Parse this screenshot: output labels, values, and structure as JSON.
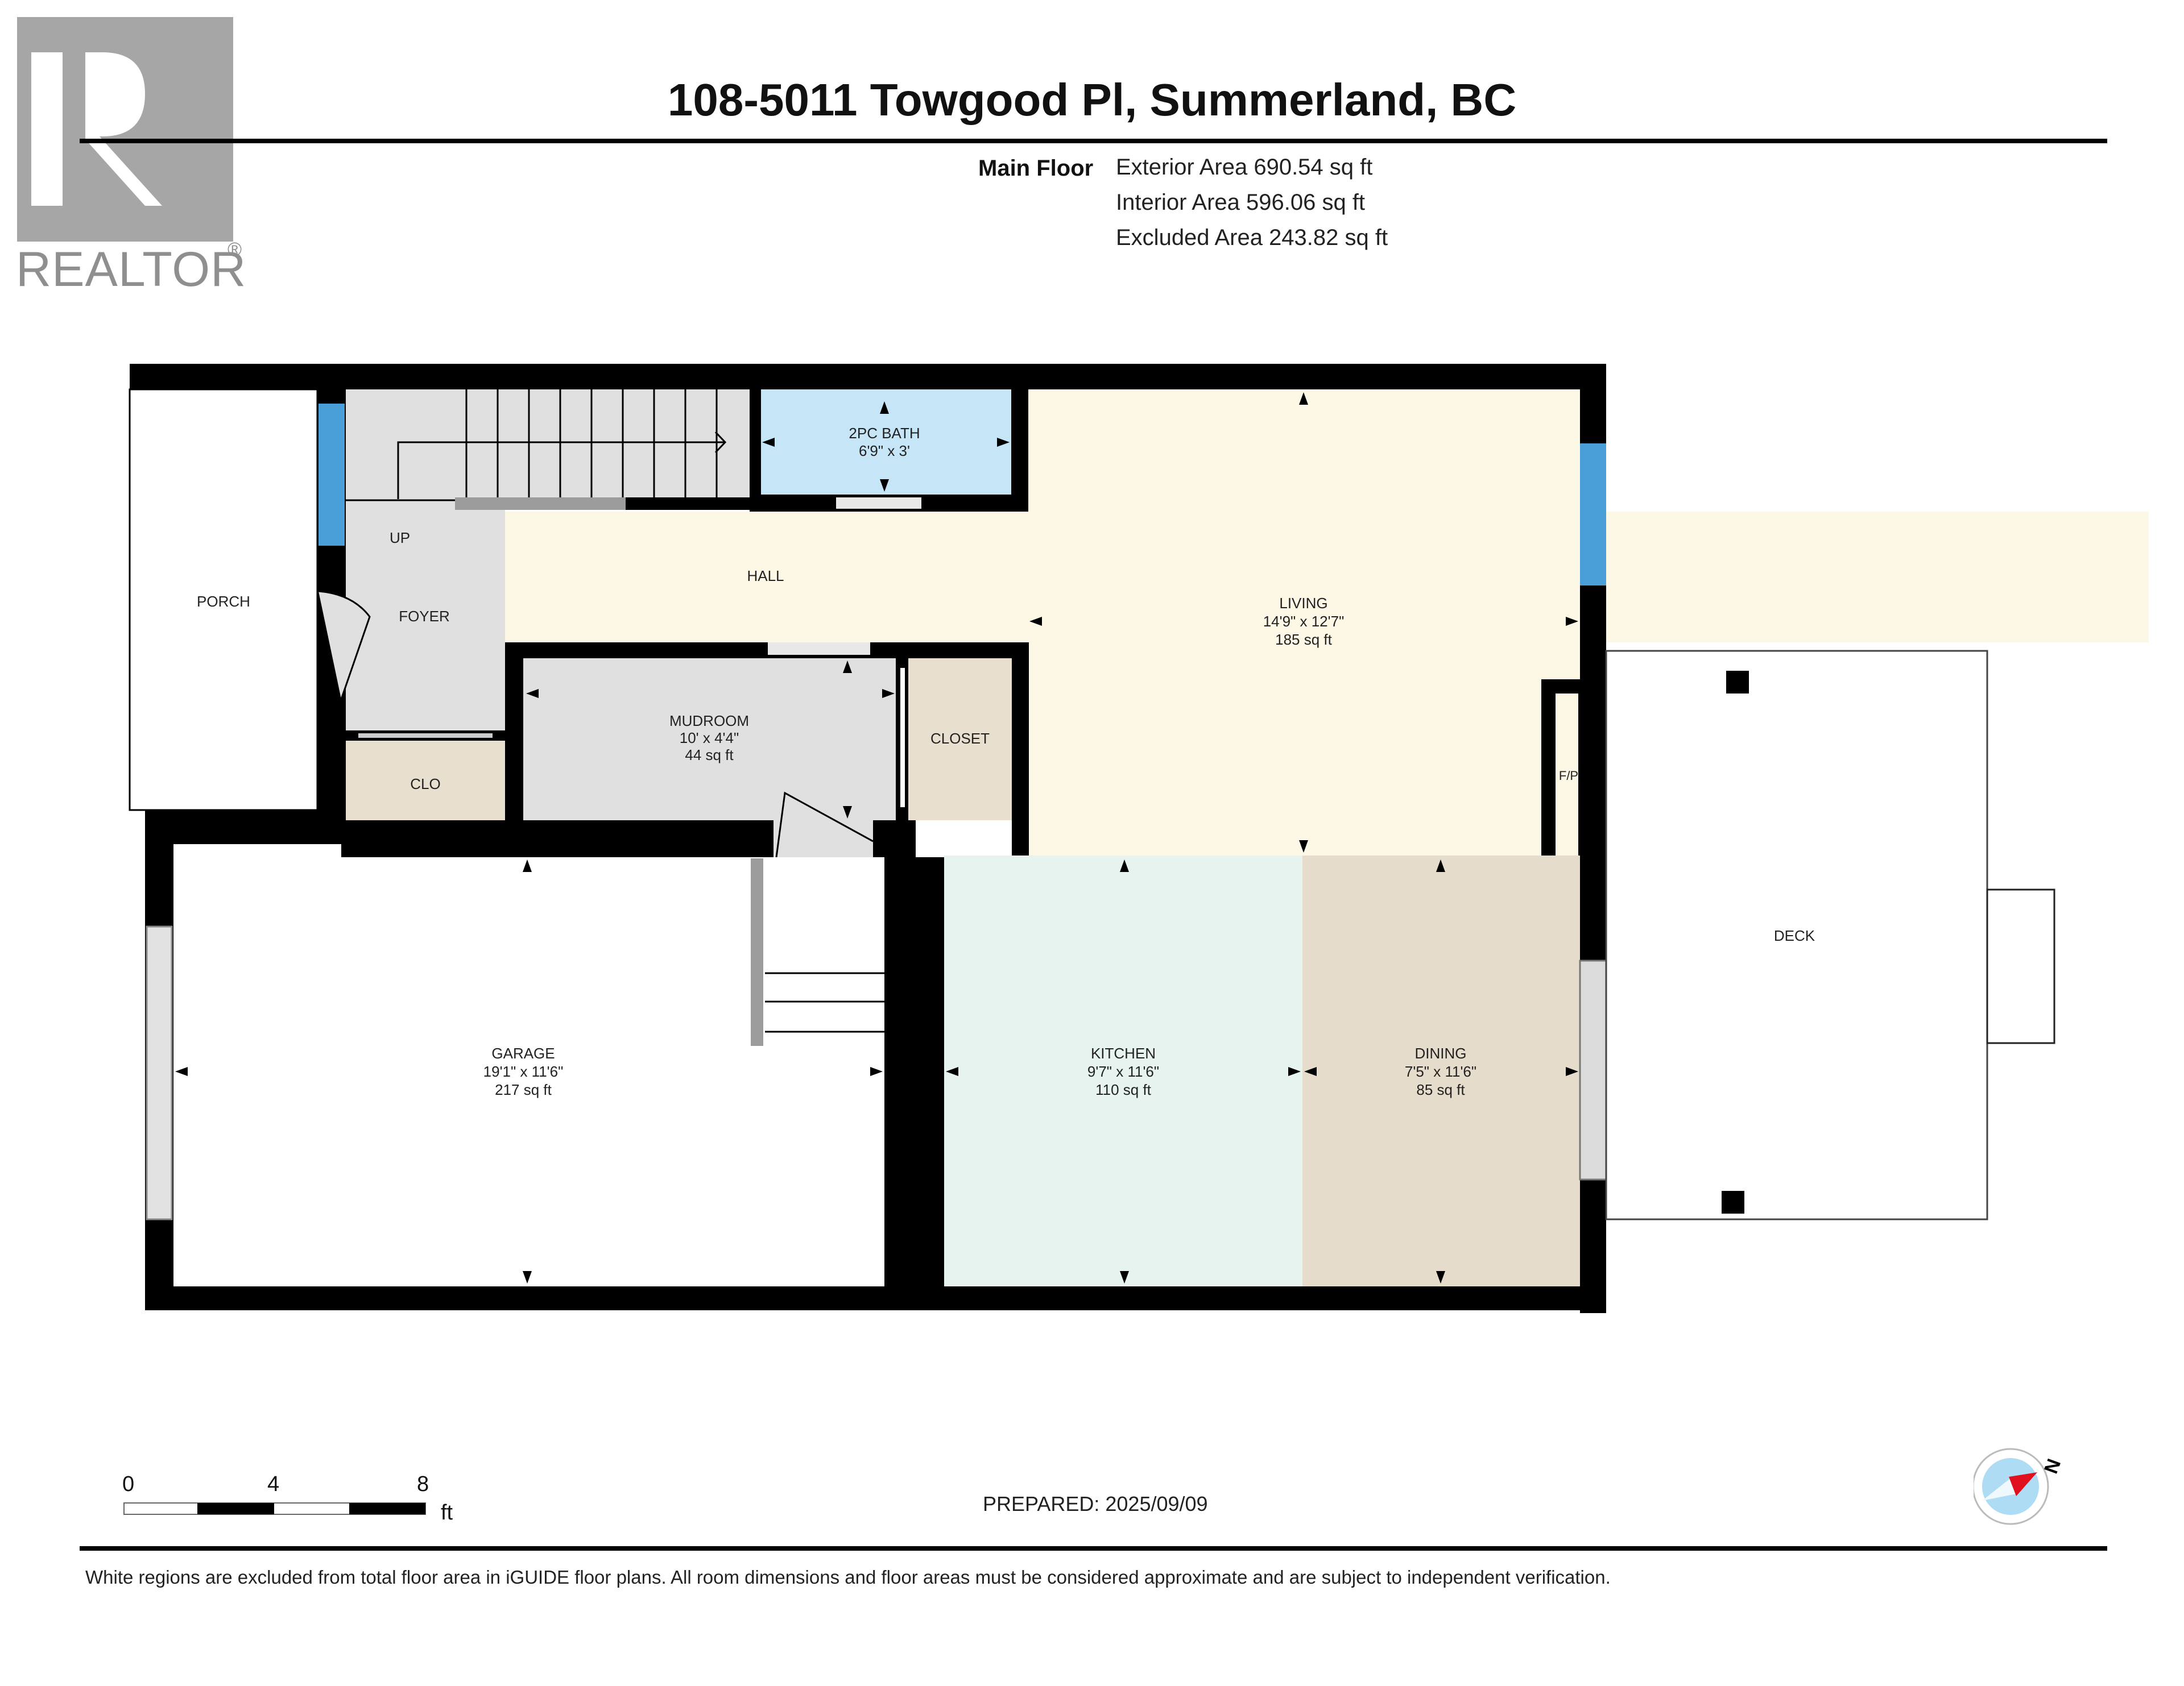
{
  "logo": {
    "text": "REALTOR",
    "reg_mark": "®"
  },
  "header": {
    "title": "108-5011 Towgood Pl, Summerland, BC",
    "floor_label": "Main Floor",
    "areas": [
      {
        "label": "Exterior Area 690.54 sq ft"
      },
      {
        "label": "Interior Area 596.06 sq ft"
      },
      {
        "label": "Excluded Area 243.82 sq ft"
      }
    ]
  },
  "rooms": {
    "porch": {
      "name": "PORCH"
    },
    "up": {
      "name": "UP"
    },
    "foyer": {
      "name": "FOYER"
    },
    "clo": {
      "name": "CLO"
    },
    "hall": {
      "name": "HALL"
    },
    "bath": {
      "name": "2PC BATH",
      "dims": "6'9\" x 3'"
    },
    "mudroom": {
      "name": "MUDROOM",
      "dims": "10' x 4'4\"",
      "area": "44 sq ft"
    },
    "closet": {
      "name": "CLOSET"
    },
    "living": {
      "name": "LIVING",
      "dims": "14'9\" x 12'7\"",
      "area": "185 sq ft"
    },
    "fp": {
      "name": "F/P"
    },
    "garage": {
      "name": "GARAGE",
      "dims": "19'1\" x 11'6\"",
      "area": "217 sq ft"
    },
    "kitchen": {
      "name": "KITCHEN",
      "dims": "9'7\" x 11'6\"",
      "area": "110 sq ft"
    },
    "dining": {
      "name": "DINING",
      "dims": "7'5\" x 11'6\"",
      "area": "85 sq ft"
    },
    "deck": {
      "name": "DECK"
    }
  },
  "colors": {
    "wall": "#000000",
    "bath": "#c6e6f8",
    "living_hall": "#fdf8e6",
    "foyer_mud": "#e0e0e0",
    "closet": "#e8dfcf",
    "kitchen": "#e6f3ee",
    "dining": "#e6dccb",
    "window": "#4a9fd8",
    "compass_needle": "#e0101e"
  },
  "scale": {
    "ticks": [
      "0",
      "4",
      "8"
    ],
    "unit": "ft"
  },
  "prepared": "PREPARED: 2025/09/09",
  "compass": {
    "north_label": "N"
  },
  "footer": {
    "disclaimer": "White regions are excluded from total floor area in iGUIDE floor plans. All room dimensions and floor areas must be considered approximate and are subject to independent verification."
  }
}
